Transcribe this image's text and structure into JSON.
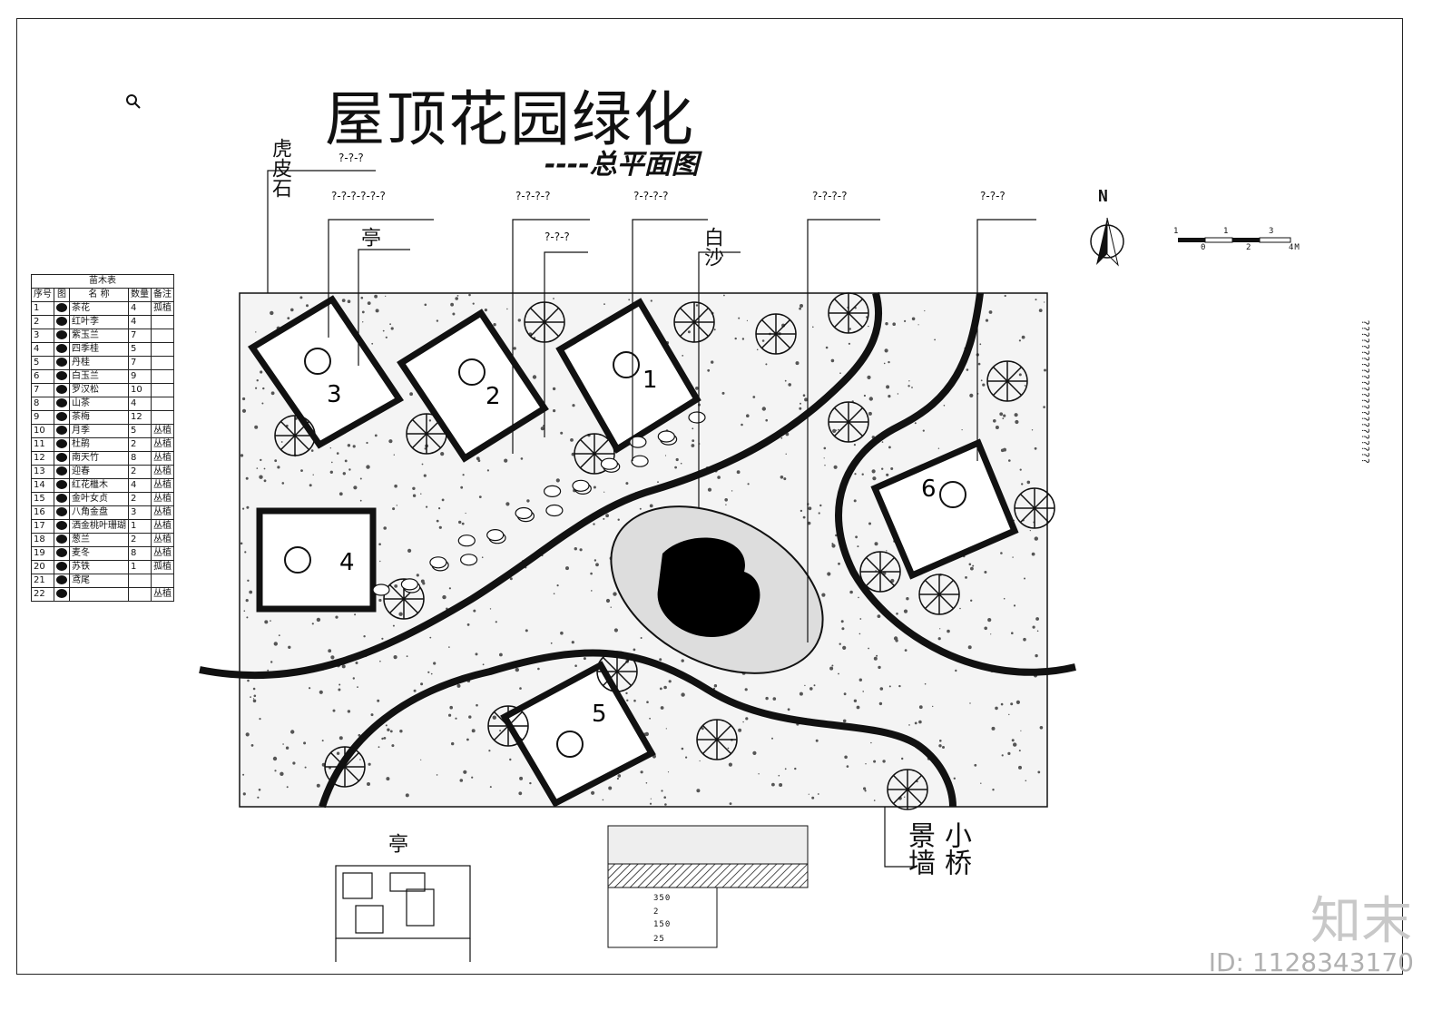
{
  "title": "屋顶花园绿化",
  "subtitle": "----总平面图",
  "north": "N",
  "scale_bar": {
    "top_labels": [
      "1",
      "1",
      "3"
    ],
    "bottom_labels": [
      "0",
      "2",
      "4M"
    ]
  },
  "legend": {
    "caption": "苗木表",
    "headers": [
      "序号",
      "图",
      "名 称",
      "数量",
      "备注"
    ],
    "rows": [
      {
        "no": "1",
        "name": "茶花",
        "qty": "4",
        "note": "孤植"
      },
      {
        "no": "2",
        "name": "红叶李",
        "qty": "4",
        "note": ""
      },
      {
        "no": "3",
        "name": "紫玉兰",
        "qty": "7",
        "note": ""
      },
      {
        "no": "4",
        "name": "四季桂",
        "qty": "5",
        "note": ""
      },
      {
        "no": "5",
        "name": "丹桂",
        "qty": "7",
        "note": ""
      },
      {
        "no": "6",
        "name": "白玉兰",
        "qty": "9",
        "note": ""
      },
      {
        "no": "7",
        "name": "罗汉松",
        "qty": "10",
        "note": ""
      },
      {
        "no": "8",
        "name": "山茶",
        "qty": "4",
        "note": ""
      },
      {
        "no": "9",
        "name": "茶梅",
        "qty": "12",
        "note": ""
      },
      {
        "no": "10",
        "name": "月季",
        "qty": "5",
        "note": "丛植"
      },
      {
        "no": "11",
        "name": "杜鹃",
        "qty": "2",
        "note": "丛植"
      },
      {
        "no": "12",
        "name": "南天竹",
        "qty": "8",
        "note": "丛植"
      },
      {
        "no": "13",
        "name": "迎春",
        "qty": "2",
        "note": "丛植"
      },
      {
        "no": "14",
        "name": "红花檵木",
        "qty": "4",
        "note": "丛植"
      },
      {
        "no": "15",
        "name": "金叶女贞",
        "qty": "2",
        "note": "丛植"
      },
      {
        "no": "16",
        "name": "八角金盘",
        "qty": "3",
        "note": "丛植"
      },
      {
        "no": "17",
        "name": "洒金桃叶珊瑚",
        "qty": "1",
        "note": "丛植"
      },
      {
        "no": "18",
        "name": "葱兰",
        "qty": "2",
        "note": "丛植"
      },
      {
        "no": "19",
        "name": "麦冬",
        "qty": "8",
        "note": "丛植"
      },
      {
        "no": "20",
        "name": "苏铁",
        "qty": "1",
        "note": "孤植"
      },
      {
        "no": "21",
        "name": "鸢尾",
        "qty": "",
        "note": ""
      },
      {
        "no": "22",
        "name": "",
        "qty": "",
        "note": "丛植"
      }
    ]
  },
  "labels": {
    "l1": "虎皮石",
    "l2": "白沙",
    "l3": "亭",
    "l4": "亭",
    "l5": "景墙",
    "l6": "小桥"
  },
  "notes_text": "??????????????????????????????????????????????????????????????????????????????????????????????????????????????????????????????????????????????????????????????????????????????????????????????????????????????????????????????????????????????????????????????????????????????????",
  "section_labels": [
    "350",
    "2",
    "150",
    "25"
  ],
  "watermark": "知末",
  "watermark_id": "ID: 1128343170"
}
